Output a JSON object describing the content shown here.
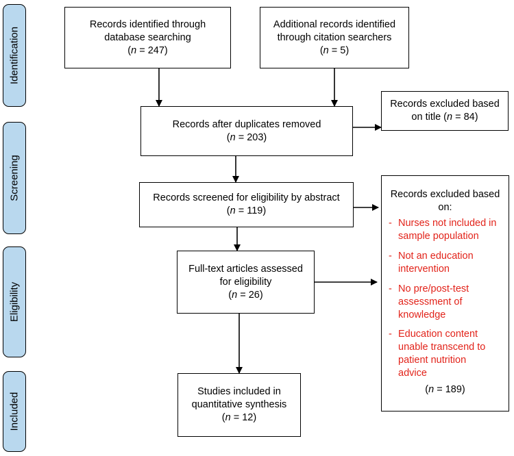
{
  "phases": {
    "identification": "Identification",
    "screening": "Screening",
    "eligibility": "Eligibility",
    "included": "Included"
  },
  "boxes": {
    "database": {
      "line1": "Records identified through",
      "line2": "database searching",
      "n_prefix": "(",
      "n_label": "n",
      "n_value": " = 247)"
    },
    "additional": {
      "line1": "Additional records identified",
      "line2": "through citation searchers",
      "n_prefix": "(",
      "n_label": "n",
      "n_value": " = 5)"
    },
    "duplicates": {
      "line1": "Records after duplicates removed",
      "n_prefix": "(",
      "n_label": "n",
      "n_value": " = 203)"
    },
    "excluded_title": {
      "line1": "Records excluded based",
      "line2_prefix": "on title (",
      "n_label": "n",
      "n_value": " = 84)"
    },
    "screened": {
      "line1": "Records screened for eligibility by abstract",
      "n_prefix": "(",
      "n_label": "n",
      "n_value": " = 119)"
    },
    "fulltext": {
      "line1": "Full-text articles assessed",
      "line2": "for eligibility",
      "n_prefix": "(",
      "n_label": "n",
      "n_value": " = 26)"
    },
    "included": {
      "line1": "Studies included in",
      "line2": "quantitative synthesis",
      "n_prefix": "(",
      "n_label": "n",
      "n_value": " = 12)"
    }
  },
  "excluded_abstract": {
    "header_line1": "Records excluded based",
    "header_line2": "on:",
    "dash": "-",
    "reasons": [
      {
        "line1": "Nurses not included in",
        "line2": "sample population"
      },
      {
        "line1": "Not an education",
        "line2": "intervention"
      },
      {
        "line1": "No pre/post-test",
        "line2": "assessment of",
        "line3": "knowledge"
      },
      {
        "line1": "Education content",
        "line2": "unable transcend to",
        "line3": "patient nutrition",
        "line4": "advice"
      }
    ],
    "n_prefix": "(",
    "n_label": "n",
    "n_value": " = 189)"
  },
  "colors": {
    "phase_fill": "#b9d8ee",
    "reason_text": "#e2231a",
    "line": "#000000"
  }
}
